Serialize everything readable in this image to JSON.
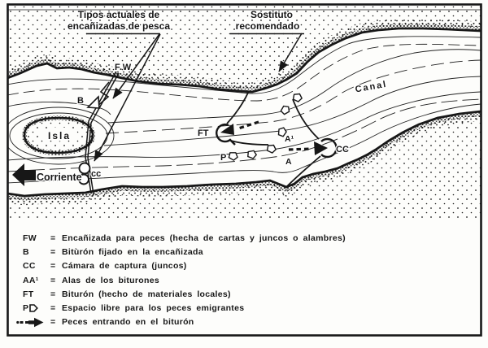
{
  "map": {
    "label_current_1": "Tipos actuales de",
    "label_current_2": "encañizadas de pesca",
    "label_recommended_1": "Sostituto",
    "label_recommended_2": "recomendado",
    "fw": "FW",
    "b": "B",
    "isla": "Isla",
    "corriente": "Corriente",
    "cc_small": "cc",
    "ft": "FT",
    "p": "P",
    "a_sup": "A¹",
    "a": "A",
    "cc": "CC",
    "canal": "Canal"
  },
  "legend": {
    "rows": [
      {
        "key": "FW",
        "eq": "=",
        "text": "Encañizada para peces (hecha de cartas y juncos o alambres)"
      },
      {
        "key": "B",
        "eq": "=",
        "text": "Bitùrón fijado en la encañizada"
      },
      {
        "key": "CC",
        "eq": "=",
        "text": "Cámara de captura (juncos)"
      },
      {
        "key": "AA¹",
        "eq": "=",
        "text": "Alas de los biturones"
      },
      {
        "key": "FT",
        "eq": "=",
        "text": "Biturón (hecho de materiales locales)"
      },
      {
        "key": "P",
        "eq": "=",
        "text": "Espacio libre para los peces emigrantes"
      },
      {
        "key": "",
        "eq": "=",
        "text": "Peces entrando en el biturón"
      }
    ]
  },
  "colors": {
    "ink": "#171717",
    "paper": "#fdfdfb"
  }
}
